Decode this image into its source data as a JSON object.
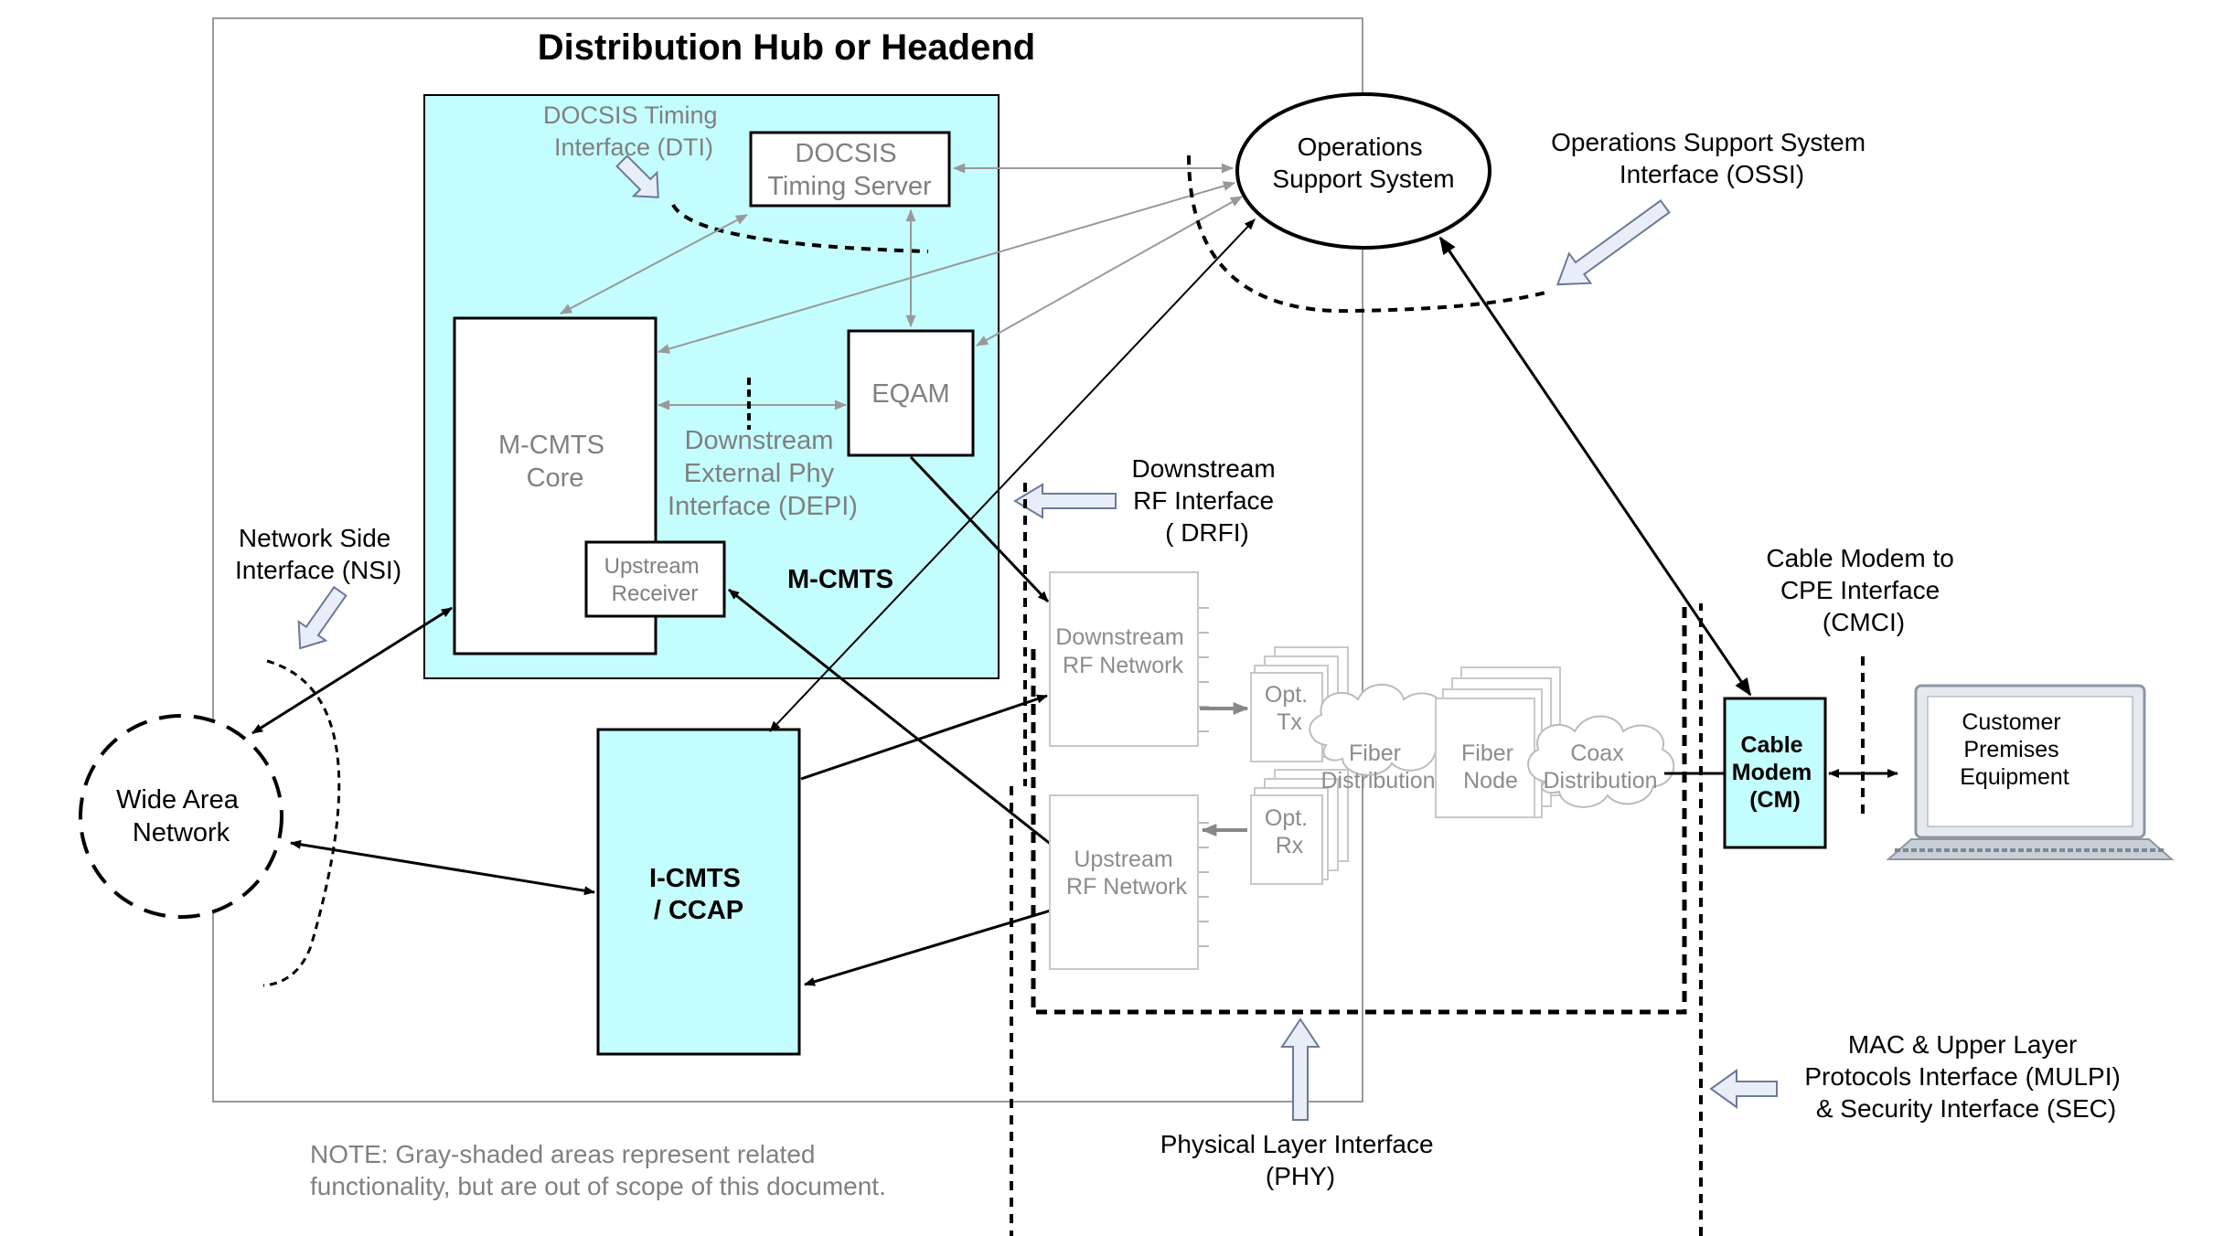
{
  "title": "Distribution Hub or Headend",
  "colors": {
    "box_fill": "#c4fdfd",
    "gray_text": "#808080",
    "line_gray": "#999999",
    "black": "#000000",
    "arrow_hollow_fill": "#e8eef8",
    "arrow_hollow_stroke": "#6b7a96"
  },
  "nodes": {
    "dti_label": [
      "DOCSIS Timing",
      "Interface (DTI)"
    ],
    "timing_server": [
      "DOCSIS",
      "Timing Server"
    ],
    "mcmts_core": [
      "M-CMTS",
      "Core"
    ],
    "eqam": "EQAM",
    "depi_label": [
      "Downstream",
      "External Phy",
      "Interface (DEPI)"
    ],
    "upstream_receiver": [
      "Upstream",
      "Receiver"
    ],
    "mcmts_label": "M-CMTS",
    "oss": [
      "Operations",
      "Support System"
    ],
    "ossi_label": [
      "Operations Support System",
      "Interface (OSSI)"
    ],
    "drfi_label": [
      "Downstream",
      "RF Interface",
      "( DRFI)"
    ],
    "nsi_label": [
      "Network Side",
      "Interface (NSI)"
    ],
    "wan": [
      "Wide Area",
      "Network"
    ],
    "icmts": [
      "I-CMTS",
      "/ CCAP"
    ],
    "ds_rf_network": [
      "Downstream",
      "RF Network"
    ],
    "us_rf_network": [
      "Upstream",
      "RF Network"
    ],
    "opt_tx": [
      "Opt.",
      "Tx"
    ],
    "opt_rx": [
      "Opt.",
      "Rx"
    ],
    "fiber_distribution": [
      "Fiber",
      "Distribution"
    ],
    "fiber_node": [
      "Fiber",
      "Node"
    ],
    "coax_distribution": [
      "Coax",
      "Distribution"
    ],
    "cmci_label": [
      "Cable Modem to",
      "CPE Interface",
      "(CMCI)"
    ],
    "cable_modem": [
      "Cable",
      "Modem",
      "(CM)"
    ],
    "cpe": [
      "Customer",
      "Premises",
      "Equipment"
    ],
    "mulpi_label": [
      "MAC & Upper Layer",
      "Protocols Interface (MULPI)",
      "& Security Interface (SEC)"
    ],
    "phy_label": [
      "Physical Layer Interface",
      "(PHY)"
    ]
  },
  "note": [
    "NOTE: Gray-shaded areas represent related",
    "functionality, but are out of scope of this document."
  ],
  "icons": [
    "laptop-icon",
    "cloud-icon",
    "hollow-arrow-icon"
  ]
}
